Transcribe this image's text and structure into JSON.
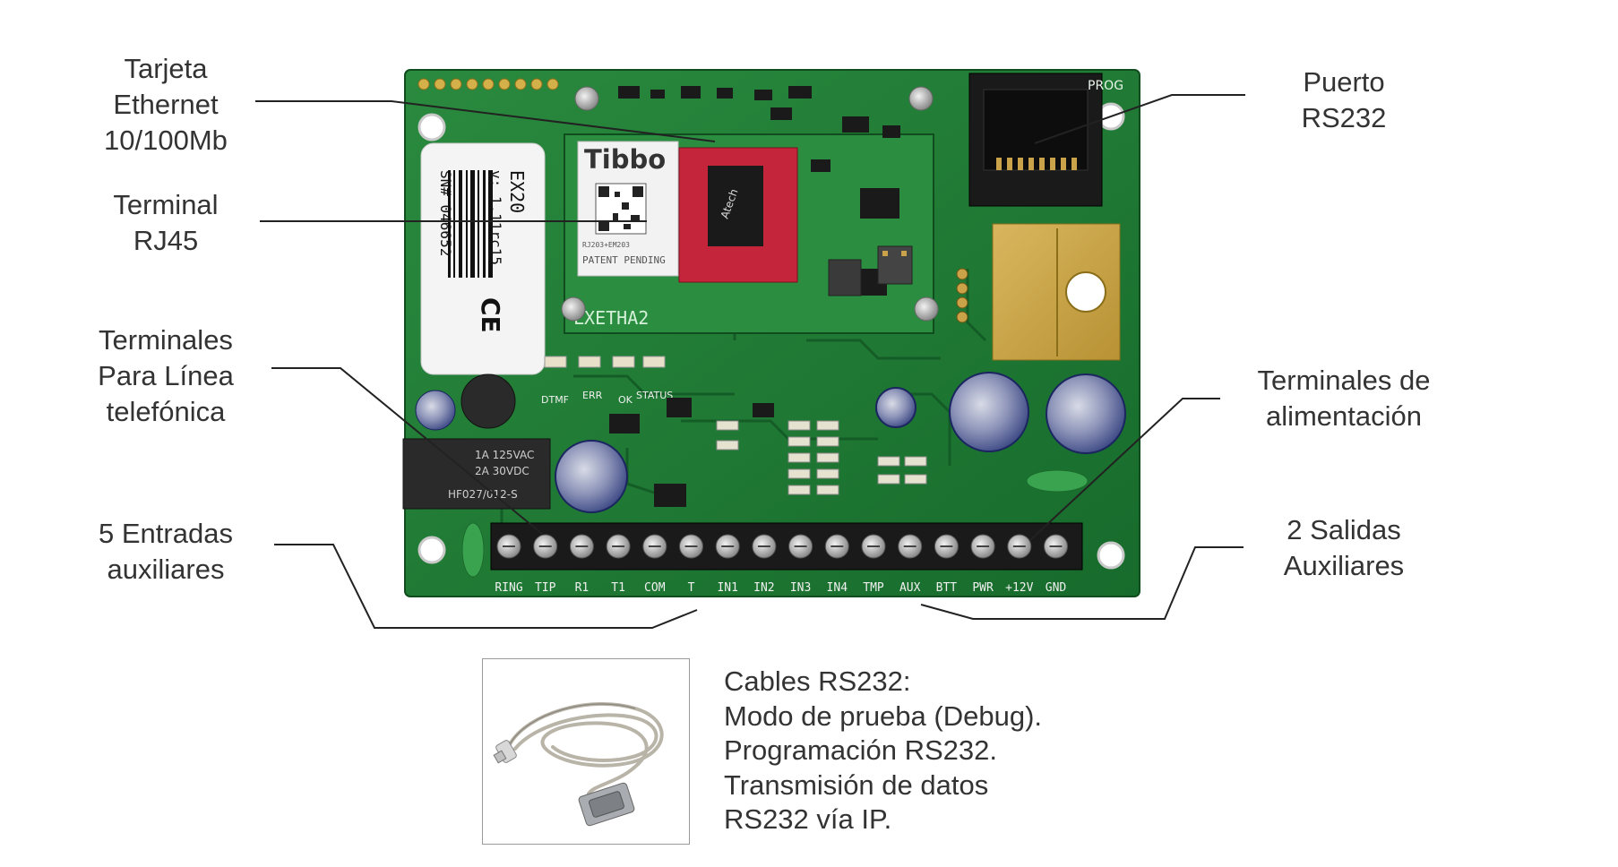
{
  "callouts": {
    "ethernet_card": [
      "Tarjeta",
      "Ethernet",
      "10/100Mb"
    ],
    "rj45": [
      "Terminal",
      "RJ45"
    ],
    "phone_line": [
      "Terminales",
      "Para Línea",
      "telefónica"
    ],
    "aux_inputs": [
      "5 Entradas",
      "auxiliares"
    ],
    "rs232_port": [
      "Puerto",
      "RS232"
    ],
    "power_terminals": [
      "Terminales de",
      "alimentación"
    ],
    "aux_outputs": [
      "2 Salidas",
      "Auxiliares"
    ]
  },
  "board": {
    "model": "EX20",
    "version": "v: 1.11rc15",
    "serial": "SN# 046652",
    "module_brand": "Tibbo",
    "patent": "PATENT PENDING",
    "module_name": "LXETHA2",
    "prog_label": "PROG",
    "module_code": "RJ203+EM203",
    "led_labels": [
      "DTMF",
      "ERR",
      "OK",
      "STATUS"
    ],
    "relay_text": [
      "1A 125VAC",
      "2A 30VDC",
      "HF027/012-S"
    ],
    "terminal_labels": [
      "RING",
      "TIP",
      "R1",
      "T1",
      "COM",
      "T",
      "IN1",
      "IN2",
      "IN3",
      "IN4",
      "TMP",
      "AUX",
      "BTT",
      "PWR",
      "+12V",
      "GND"
    ]
  },
  "cable_description": {
    "lines": [
      "Cables RS232:",
      "Modo de prueba (Debug).",
      "Programación RS232.",
      "Transmisión de datos",
      "RS232 vía IP."
    ]
  },
  "colors": {
    "pcb": "#1f7a35",
    "pcb_dark": "#145a26",
    "terminal_block": "#1a1a1a",
    "leader_line": "#222222",
    "text": "#333333"
  }
}
